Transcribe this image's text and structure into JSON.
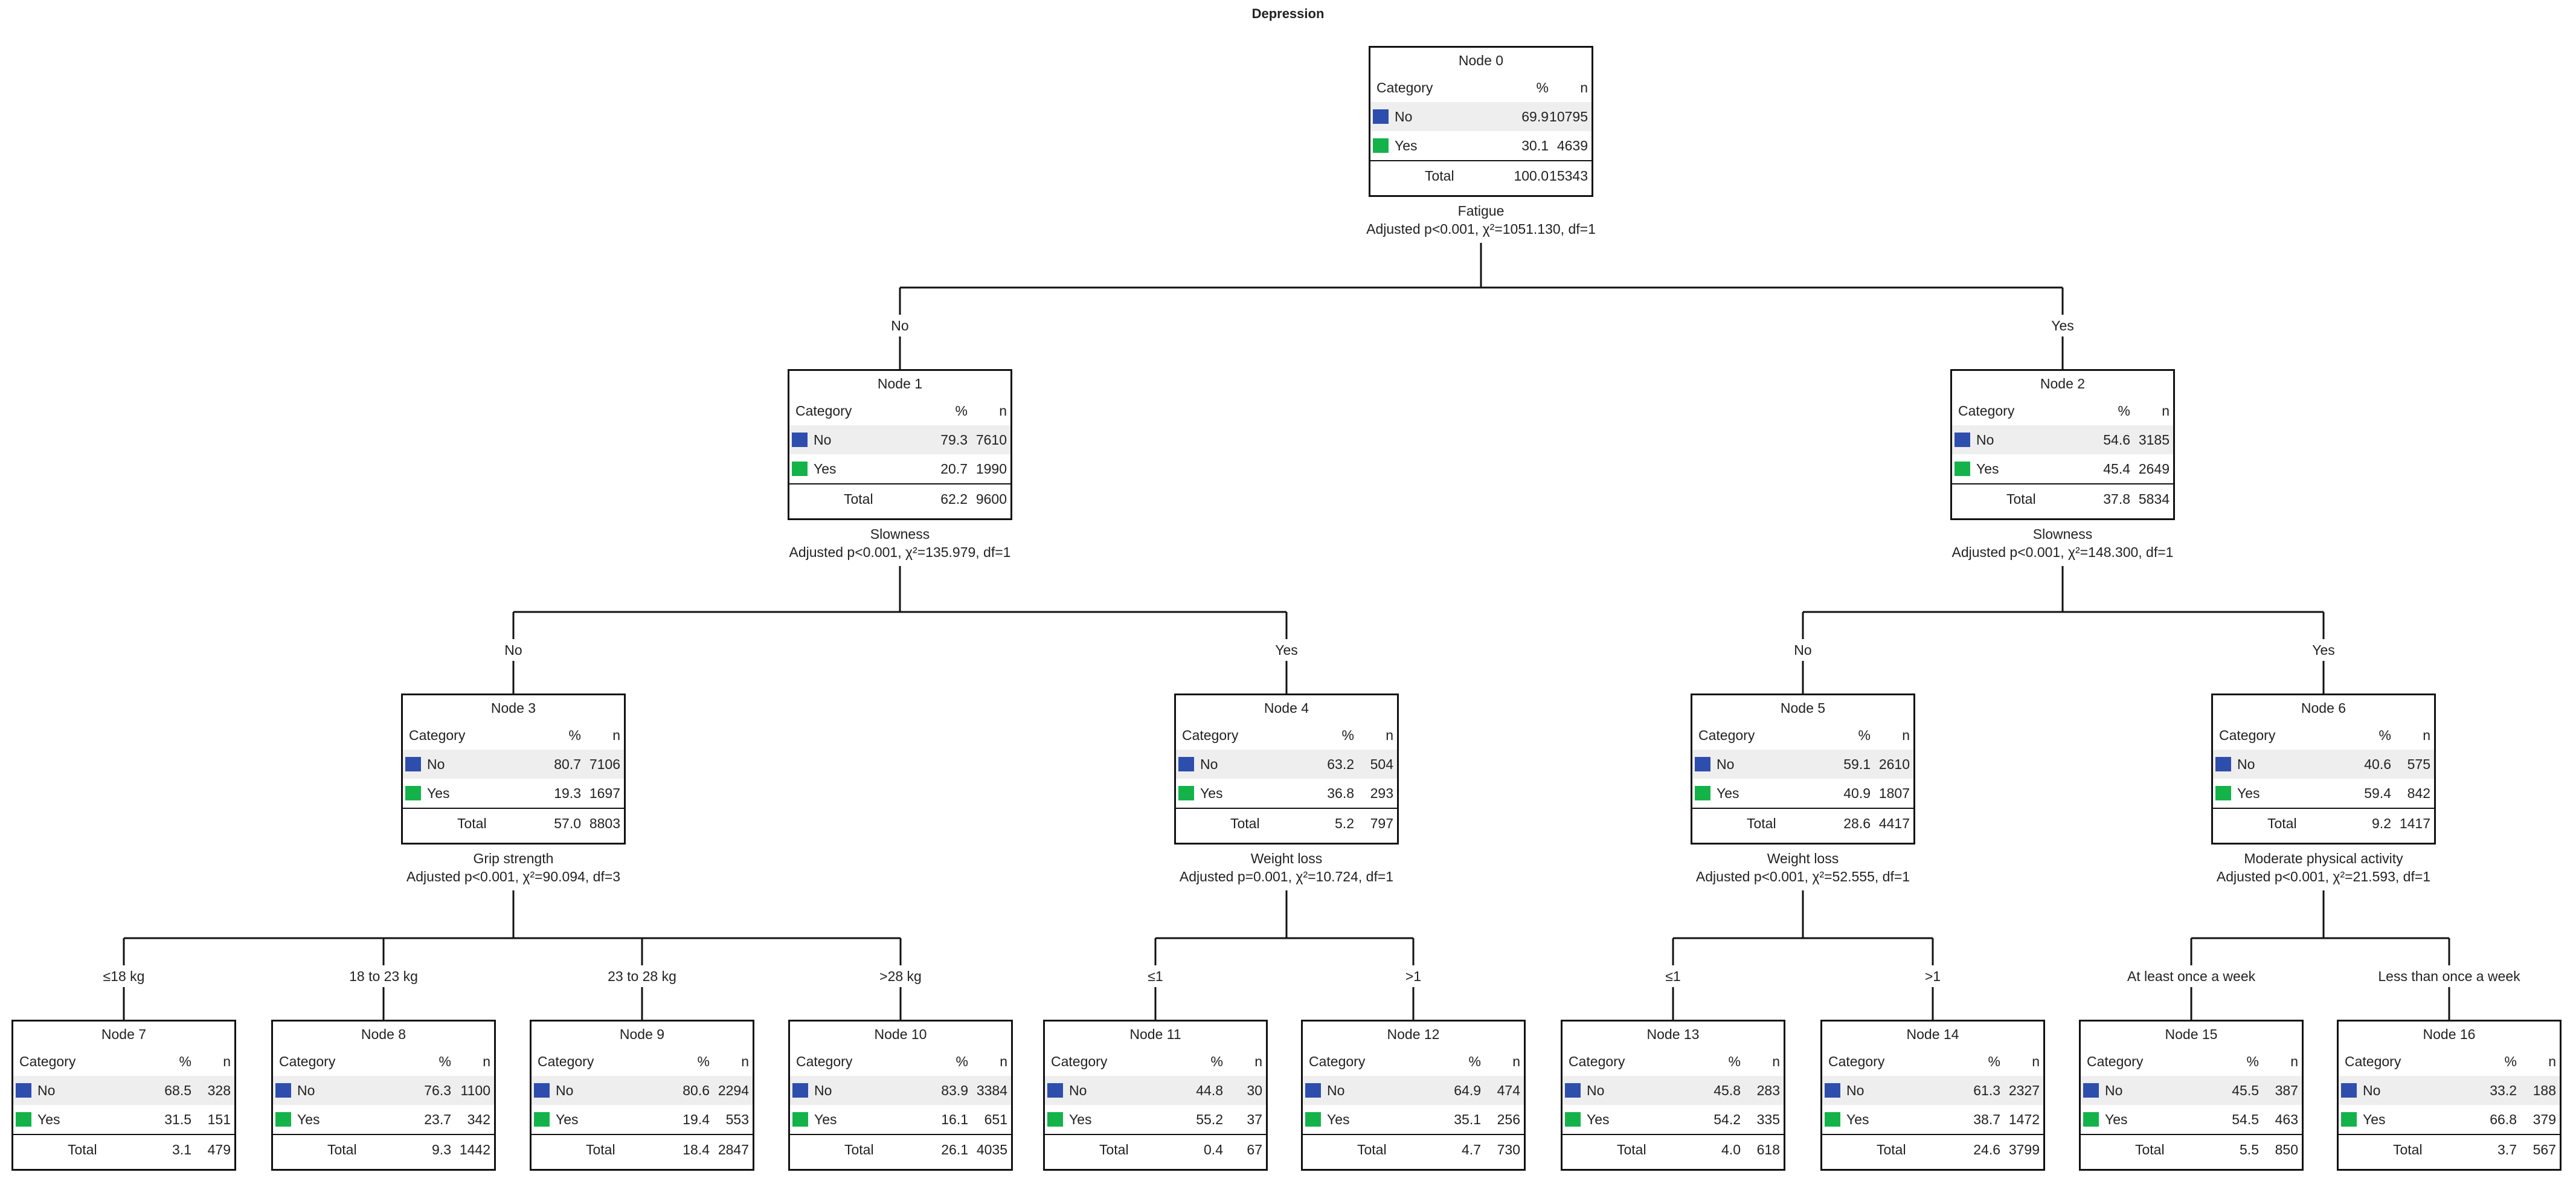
{
  "title": "Depression",
  "colors": {
    "no": "#2e4ead",
    "yes": "#13b34a",
    "line": "#111111",
    "no_row_bg": "#eeeeee"
  },
  "headers": {
    "category": "Category",
    "pct": "%",
    "n": "n",
    "total": "Total"
  },
  "categories": {
    "no": "No",
    "yes": "Yes"
  },
  "nodes": [
    {
      "label": "Node 0",
      "no_pct": "69.9",
      "no_n": "10795",
      "yes_pct": "30.1",
      "yes_n": "4639",
      "total_pct": "100.0",
      "total_n": "15343",
      "split_var": "Fatigue",
      "split_stats": "Adjusted p<0.001, χ²=1051.130, df=1"
    },
    {
      "label": "Node 1",
      "branch": "No",
      "no_pct": "79.3",
      "no_n": "7610",
      "yes_pct": "20.7",
      "yes_n": "1990",
      "total_pct": "62.2",
      "total_n": "9600",
      "split_var": "Slowness",
      "split_stats": "Adjusted p<0.001, χ²=135.979, df=1"
    },
    {
      "label": "Node 2",
      "branch": "Yes",
      "no_pct": "54.6",
      "no_n": "3185",
      "yes_pct": "45.4",
      "yes_n": "2649",
      "total_pct": "37.8",
      "total_n": "5834",
      "split_var": "Slowness",
      "split_stats": "Adjusted p<0.001, χ²=148.300, df=1"
    },
    {
      "label": "Node 3",
      "branch": "No",
      "no_pct": "80.7",
      "no_n": "7106",
      "yes_pct": "19.3",
      "yes_n": "1697",
      "total_pct": "57.0",
      "total_n": "8803",
      "split_var": "Grip strength",
      "split_stats": "Adjusted p<0.001, χ²=90.094, df=3"
    },
    {
      "label": "Node 4",
      "branch": "Yes",
      "no_pct": "63.2",
      "no_n": "504",
      "yes_pct": "36.8",
      "yes_n": "293",
      "total_pct": "5.2",
      "total_n": "797",
      "split_var": "Weight loss",
      "split_stats": "Adjusted p=0.001, χ²=10.724, df=1"
    },
    {
      "label": "Node 5",
      "branch": "No",
      "no_pct": "59.1",
      "no_n": "2610",
      "yes_pct": "40.9",
      "yes_n": "1807",
      "total_pct": "28.6",
      "total_n": "4417",
      "split_var": "Weight loss",
      "split_stats": "Adjusted p<0.001, χ²=52.555, df=1"
    },
    {
      "label": "Node 6",
      "branch": "Yes",
      "no_pct": "40.6",
      "no_n": "575",
      "yes_pct": "59.4",
      "yes_n": "842",
      "total_pct": "9.2",
      "total_n": "1417",
      "split_var": "Moderate physical activity",
      "split_stats": "Adjusted p<0.001, χ²=21.593, df=1"
    },
    {
      "label": "Node 7",
      "branch": "≤18 kg",
      "no_pct": "68.5",
      "no_n": "328",
      "yes_pct": "31.5",
      "yes_n": "151",
      "total_pct": "3.1",
      "total_n": "479"
    },
    {
      "label": "Node 8",
      "branch": "18 to 23 kg",
      "no_pct": "76.3",
      "no_n": "1100",
      "yes_pct": "23.7",
      "yes_n": "342",
      "total_pct": "9.3",
      "total_n": "1442"
    },
    {
      "label": "Node 9",
      "branch": "23 to 28 kg",
      "no_pct": "80.6",
      "no_n": "2294",
      "yes_pct": "19.4",
      "yes_n": "553",
      "total_pct": "18.4",
      "total_n": "2847"
    },
    {
      "label": "Node 10",
      "branch": ">28 kg",
      "no_pct": "83.9",
      "no_n": "3384",
      "yes_pct": "16.1",
      "yes_n": "651",
      "total_pct": "26.1",
      "total_n": "4035"
    },
    {
      "label": "Node 11",
      "branch": "≤1",
      "no_pct": "44.8",
      "no_n": "30",
      "yes_pct": "55.2",
      "yes_n": "37",
      "total_pct": "0.4",
      "total_n": "67"
    },
    {
      "label": "Node 12",
      "branch": ">1",
      "no_pct": "64.9",
      "no_n": "474",
      "yes_pct": "35.1",
      "yes_n": "256",
      "total_pct": "4.7",
      "total_n": "730"
    },
    {
      "label": "Node 13",
      "branch": "≤1",
      "no_pct": "45.8",
      "no_n": "283",
      "yes_pct": "54.2",
      "yes_n": "335",
      "total_pct": "4.0",
      "total_n": "618"
    },
    {
      "label": "Node 14",
      "branch": ">1",
      "no_pct": "61.3",
      "no_n": "2327",
      "yes_pct": "38.7",
      "yes_n": "1472",
      "total_pct": "24.6",
      "total_n": "3799"
    },
    {
      "label": "Node 15",
      "branch": "At least once a week",
      "no_pct": "45.5",
      "no_n": "387",
      "yes_pct": "54.5",
      "yes_n": "463",
      "total_pct": "5.5",
      "total_n": "850"
    },
    {
      "label": "Node 16",
      "branch": "Less than once a week",
      "no_pct": "33.2",
      "no_n": "188",
      "yes_pct": "66.8",
      "yes_n": "379",
      "total_pct": "3.7",
      "total_n": "567"
    }
  ],
  "edges": [
    [
      0,
      1
    ],
    [
      0,
      2
    ],
    [
      1,
      3
    ],
    [
      1,
      4
    ],
    [
      2,
      5
    ],
    [
      2,
      6
    ],
    [
      3,
      7
    ],
    [
      3,
      8
    ],
    [
      3,
      9
    ],
    [
      3,
      10
    ],
    [
      4,
      11
    ],
    [
      4,
      12
    ],
    [
      5,
      13
    ],
    [
      5,
      14
    ],
    [
      6,
      15
    ],
    [
      6,
      16
    ]
  ]
}
